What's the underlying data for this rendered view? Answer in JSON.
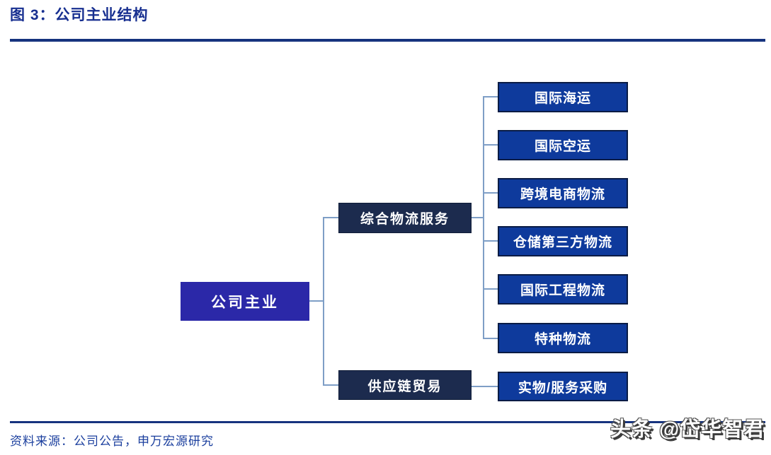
{
  "figure": {
    "title": "图 3：公司主业结构",
    "source": "资料来源：公司公告，申万宏源研究",
    "watermark": "头条 @岱华智君"
  },
  "diagram": {
    "type": "tree",
    "root": {
      "label": "公司主业"
    },
    "branches": [
      {
        "label": "综合物流服务",
        "children": [
          "国际海运",
          "国际空运",
          "跨境电商物流",
          "仓储第三方物流",
          "国际工程物流",
          "特种物流"
        ]
      },
      {
        "label": "供应链贸易",
        "children": [
          "实物/服务采购"
        ]
      }
    ]
  },
  "colors": {
    "title_text": "#172F90",
    "rule": "#16337E",
    "root_box": "#2B28A8",
    "branch_box": "#1C2B4E",
    "leaf_box": "#0E3A9C",
    "leaf_border": "#0A1C45",
    "connector": "#7E9EC6",
    "source_text": "#1B3F9E"
  }
}
